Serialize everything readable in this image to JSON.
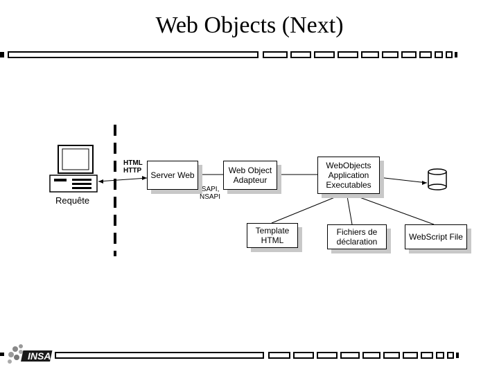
{
  "slide": {
    "title": "Web Objects (Next)"
  },
  "diagram": {
    "client_label": "Requête",
    "protocol_label": "HTML\nHTTP",
    "interface_label": "ISAPI,\nNSAPI",
    "boxes": {
      "server_web": "Server Web",
      "adaptor": "Web Object\nAdapteur",
      "app": "WebObjects\nApplication\nExecutables",
      "template": "Template\nHTML",
      "declaration": "Fichiers de\ndéclaration",
      "webscript": "WebScript File"
    }
  },
  "logo": {
    "text": "INSA"
  }
}
